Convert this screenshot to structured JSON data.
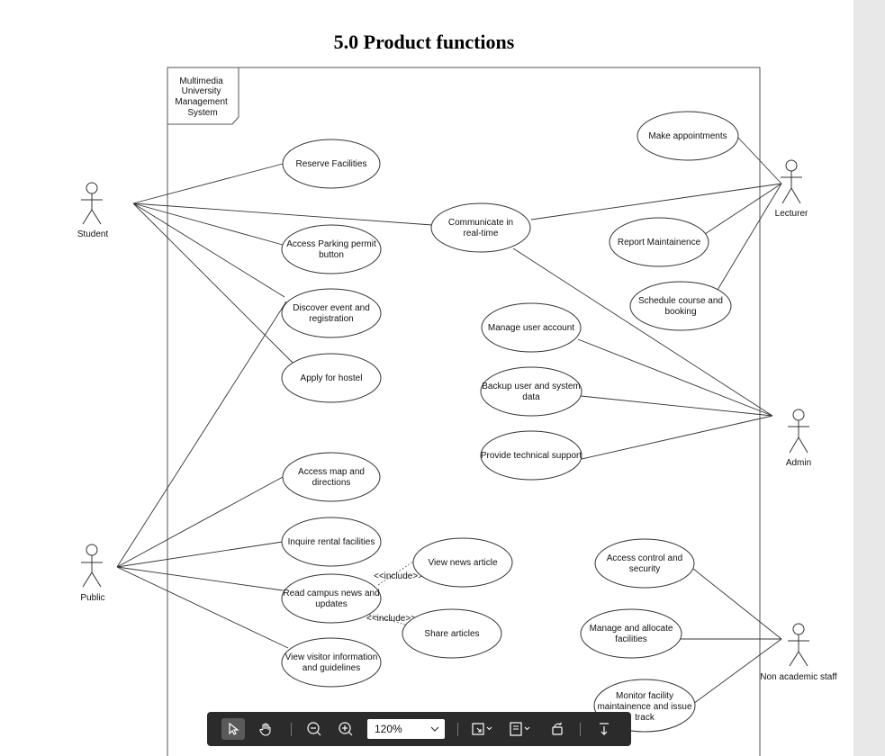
{
  "title": "5.0 Product functions",
  "system": {
    "label_lines": [
      "Multimedia",
      "University",
      "Management",
      "System"
    ]
  },
  "actors": {
    "student": "Student",
    "public": "Public",
    "lecturer": "Lecturer",
    "admin": "Admin",
    "non_academic": "Non academic staff"
  },
  "use_cases": {
    "reserve": [
      "Reserve Facilities"
    ],
    "parking": [
      "Access Parking permit",
      "button"
    ],
    "discover": [
      "Discover event and",
      "registration"
    ],
    "hostel": [
      "Apply for hostel"
    ],
    "map": [
      "Access map and",
      "directions"
    ],
    "rental": [
      "Inquire rental facilities"
    ],
    "news": [
      "Read campus news and",
      "updates"
    ],
    "visitor": [
      "View visitor information",
      "and guidelines"
    ],
    "view_article": [
      "View news article"
    ],
    "share": [
      "Share articles"
    ],
    "communicate": [
      "Communicate in",
      "real-time"
    ],
    "appointments": [
      "Make appointments"
    ],
    "maintenance": [
      "Report Maintainence"
    ],
    "schedule": [
      "Schedule course and",
      "booking"
    ],
    "user_account": [
      "Manage user account"
    ],
    "backup": [
      "Backup user and system",
      "data"
    ],
    "tech_support": [
      "Provide technical support"
    ],
    "access_control": [
      "Access control and",
      "security"
    ],
    "allocate": [
      "Manage and allocate",
      "facilities"
    ],
    "monitor": [
      "Monitor facility",
      "maintainence and issue",
      "track"
    ]
  },
  "relations": {
    "include_1": "<<include>>",
    "include_2": "<<include>>"
  },
  "toolbar": {
    "zoom_value": "120%",
    "icons": [
      "select-arrow-icon",
      "hand-pan-icon",
      "zoom-out-icon",
      "zoom-in-icon",
      "fit-page-icon",
      "page-layout-icon",
      "rotate-icon",
      "download-icon"
    ]
  }
}
